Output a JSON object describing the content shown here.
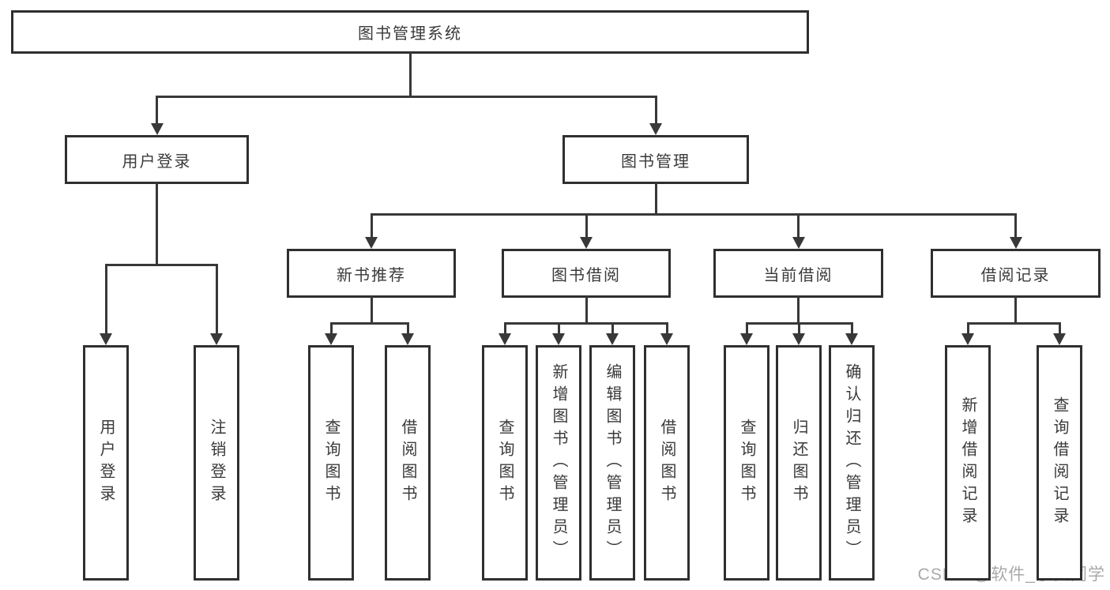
{
  "diagram": {
    "watermark": "CSDN @软件_小贺同学",
    "colors": {
      "background": "#ffffff",
      "node_fill": "#ffffff",
      "node_border": "#2f2f2f",
      "line": "#383838",
      "text": "#3a3a3a",
      "watermark": "#a9a9a9"
    },
    "root": {
      "id": "root",
      "label": "图书管理系统",
      "children": [
        {
          "id": "user-login",
          "label": "用户登录",
          "children": [
            {
              "id": "leaf-user-login",
              "label": "用户登录"
            },
            {
              "id": "leaf-logout",
              "label": "注销登录"
            }
          ]
        },
        {
          "id": "book-mgmt",
          "label": "图书管理",
          "children": [
            {
              "id": "new-book-rec",
              "label": "新书推荐",
              "children": [
                {
                  "id": "nbr-query",
                  "label": "查询图书"
                },
                {
                  "id": "nbr-borrow",
                  "label": "借阅图书"
                }
              ]
            },
            {
              "id": "book-borrow",
              "label": "图书借阅",
              "children": [
                {
                  "id": "bb-query",
                  "label": "查询图书"
                },
                {
                  "id": "bb-add",
                  "label": "新增图书（管理员）"
                },
                {
                  "id": "bb-edit",
                  "label": "编辑图书（管理员）"
                },
                {
                  "id": "bb-borrow",
                  "label": "借阅图书"
                }
              ]
            },
            {
              "id": "current-borrow",
              "label": "当前借阅",
              "children": [
                {
                  "id": "cb-query",
                  "label": "查询图书"
                },
                {
                  "id": "cb-return",
                  "label": "归还图书"
                },
                {
                  "id": "cb-confirm",
                  "label": "确认归还（管理员）"
                }
              ]
            },
            {
              "id": "borrow-records",
              "label": "借阅记录",
              "children": [
                {
                  "id": "br-add",
                  "label": "新增借阅记录"
                },
                {
                  "id": "br-query",
                  "label": "查询借阅记录"
                }
              ]
            }
          ]
        }
      ]
    }
  }
}
